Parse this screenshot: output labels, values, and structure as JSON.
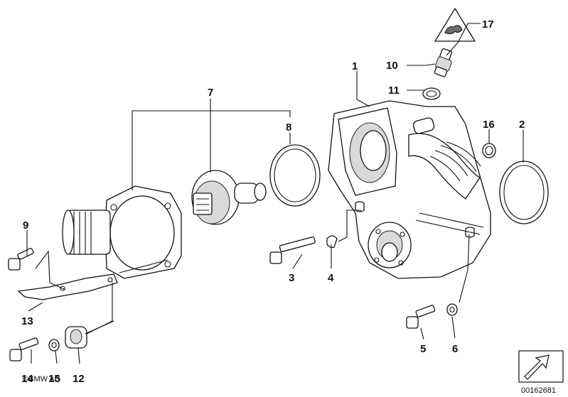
{
  "diagram": {
    "callouts": [
      "1",
      "2",
      "3",
      "4",
      "5",
      "6",
      "7",
      "8",
      "9",
      "10",
      "11",
      "12",
      "13",
      "14",
      "15",
      "16",
      "17"
    ],
    "copyright": "©BMW AG",
    "catalog_number": "00162681"
  }
}
